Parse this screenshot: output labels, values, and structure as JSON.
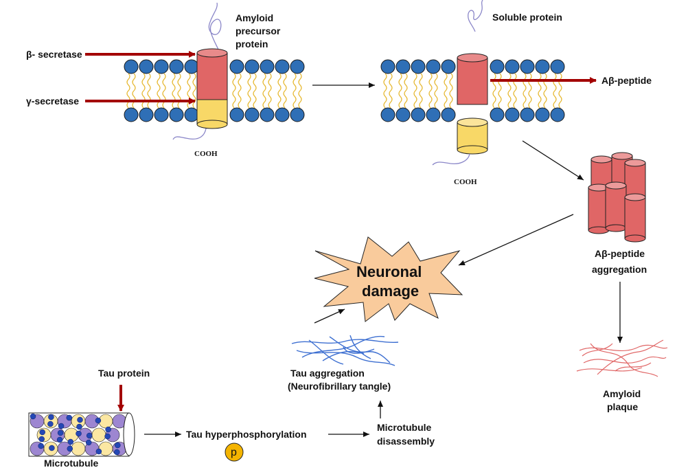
{
  "membrane_labels": {
    "beta_secretase": "β- secretase",
    "gamma_secretase": "γ-secretase",
    "app_line1": "Amyloid",
    "app_line2": "precursor",
    "app_line3": "protein",
    "cooh_left": "COOH",
    "soluble_protein": "Soluble protein",
    "abeta_peptide": "Aβ-peptide",
    "cooh_right": "COOH"
  },
  "aggregation": {
    "abeta_agg_line1": "Aβ-peptide",
    "abeta_agg_line2": "aggregation",
    "plaque_line1": "Amyloid",
    "plaque_line2": "plaque"
  },
  "center": {
    "neuronal_line1": "Neuronal",
    "neuronal_line2": "damage"
  },
  "tau": {
    "tau_protein": "Tau protein",
    "microtubule": "Microtubule",
    "hyperphosphorylation": "Tau hyperphosphorylation",
    "phosphate_symbol": "p",
    "disassembly_line1": "Microtubule",
    "disassembly_line2": "disassembly",
    "tangle_line1": "Tau aggregation",
    "tangle_line2": "(Neurofibrillary tangle)"
  },
  "colors": {
    "lipid_head": "#2f6fb6",
    "lipid_tail": "#e6b830",
    "red_cylinder": "#e06666",
    "yellow_cylinder": "#f8d867",
    "star_fill": "#f9cb9c",
    "enzyme_arrow": "#a30000",
    "tangle_blue": "#3d6fd1",
    "plaque_red": "#e06666",
    "phosphate": "#f4b400"
  }
}
